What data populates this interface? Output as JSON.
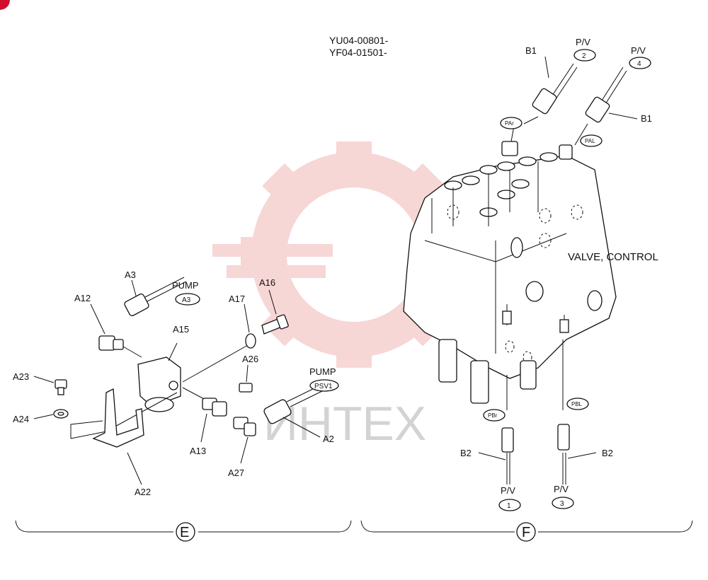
{
  "serials": [
    "YU04-00801-",
    "YF04-01501-"
  ],
  "watermark": {
    "text": "ИНТЕХ",
    "gear_color": "#f2b6b6",
    "text_color": "#c9c9c9"
  },
  "corner_marker_color": "#d0102a",
  "group_e": {
    "letter": "E",
    "parts": {
      "a3": "A3",
      "a12": "A12",
      "a15": "A15",
      "a17": "A17",
      "a16": "A16",
      "a26": "A26",
      "a23": "A23",
      "a24": "A24",
      "a22": "A22",
      "a13": "A13",
      "a27": "A27",
      "a2": "A2"
    },
    "pump_a3": {
      "label": "PUMP",
      "badge": "A3"
    },
    "pump_psv1": {
      "label": "PUMP",
      "badge": "PSV1"
    }
  },
  "group_f": {
    "letter": "F",
    "valve_label": "VALVE, CONTROL",
    "b1_top": "B1",
    "b1_right": "B1",
    "pv2": {
      "label": "P/V",
      "badge": "2"
    },
    "pv4": {
      "label": "P/V",
      "badge": "4"
    },
    "pv1": {
      "label": "P/V",
      "badge": "1"
    },
    "pv3": {
      "label": "P/V",
      "badge": "3"
    },
    "b2_left": "B2",
    "b2_right": "B2",
    "ports": {
      "par": "PAr",
      "pal": "PAL",
      "pbr": "PBr",
      "pbl": "PBL"
    }
  }
}
